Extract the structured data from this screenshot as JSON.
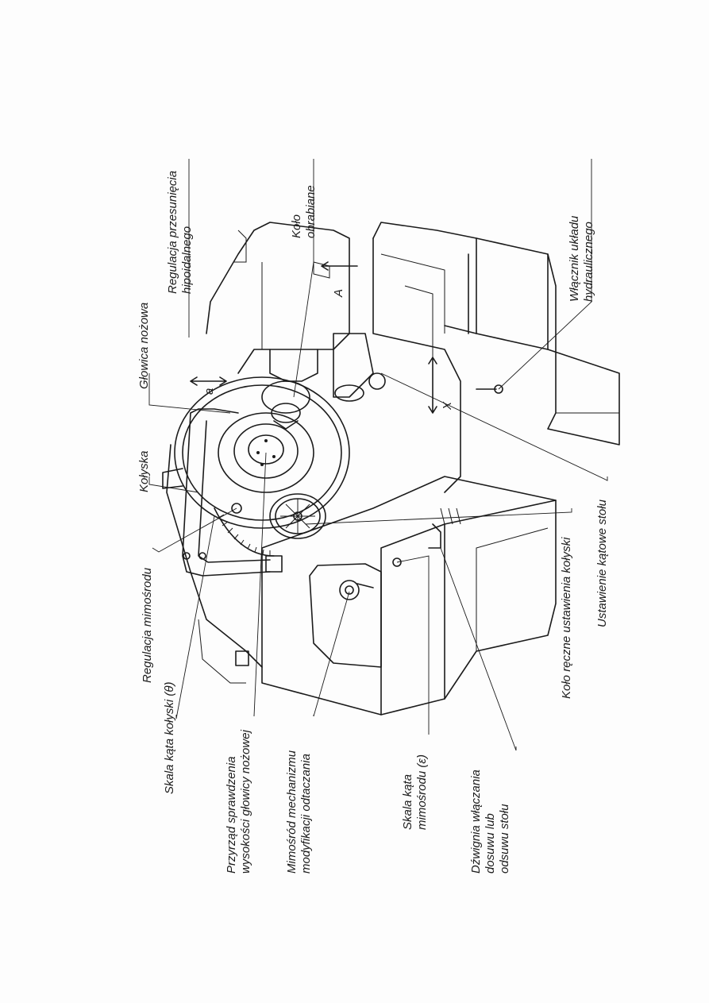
{
  "labels": {
    "regulacja_przesuniecia": [
      "Regulacja przesunięcia",
      "hipoidalnego"
    ],
    "kolo_obrabiane": [
      "Koło",
      "obrabiane"
    ],
    "wlacznik": [
      "Włącznik układu",
      "hydraulicznego"
    ],
    "glowica_nozowa": "Głowica nożowa",
    "kolyska": "Kołyska",
    "regulacja_mimosrodu": "Regulacja mimośrodu",
    "kolo_reczne": "Koło ręczne ustawienia kołyski",
    "ustawienie_katowe": "Ustawienie kątowe stołu",
    "skala_kata_kolyski": "Skala kąta kołyski (θ)",
    "przyrzad": [
      "Przyrząd sprawdzenia",
      "wysokości głowicy nożowej"
    ],
    "mimosrod_mechanizmu": [
      "Mimośród mechanizmu",
      "modyfikacji odtaczania"
    ],
    "skala_kata_mimosrodu": [
      "Skala kąta",
      "mimośrodu (ε)"
    ],
    "dzwignia": [
      "Dźwignia włączania",
      "dosuwu lub",
      "odsuwu stołu"
    ]
  },
  "markers": {
    "a": "a",
    "A": "A",
    "X": "X"
  }
}
